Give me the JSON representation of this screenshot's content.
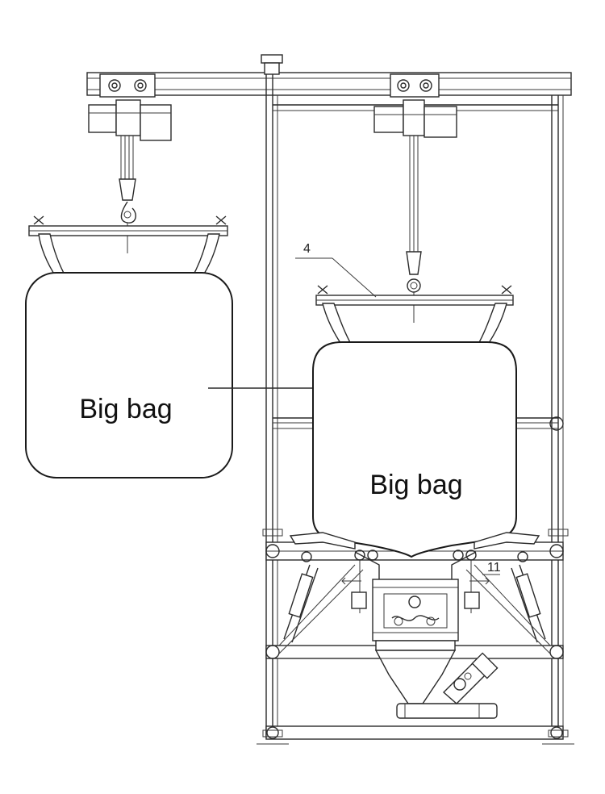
{
  "labels": {
    "left_bag": "Big bag",
    "right_bag": "Big bag",
    "part_4": "4",
    "part_11": "11"
  },
  "colors": {
    "line": "#2a2a2a",
    "background": "#ffffff"
  }
}
